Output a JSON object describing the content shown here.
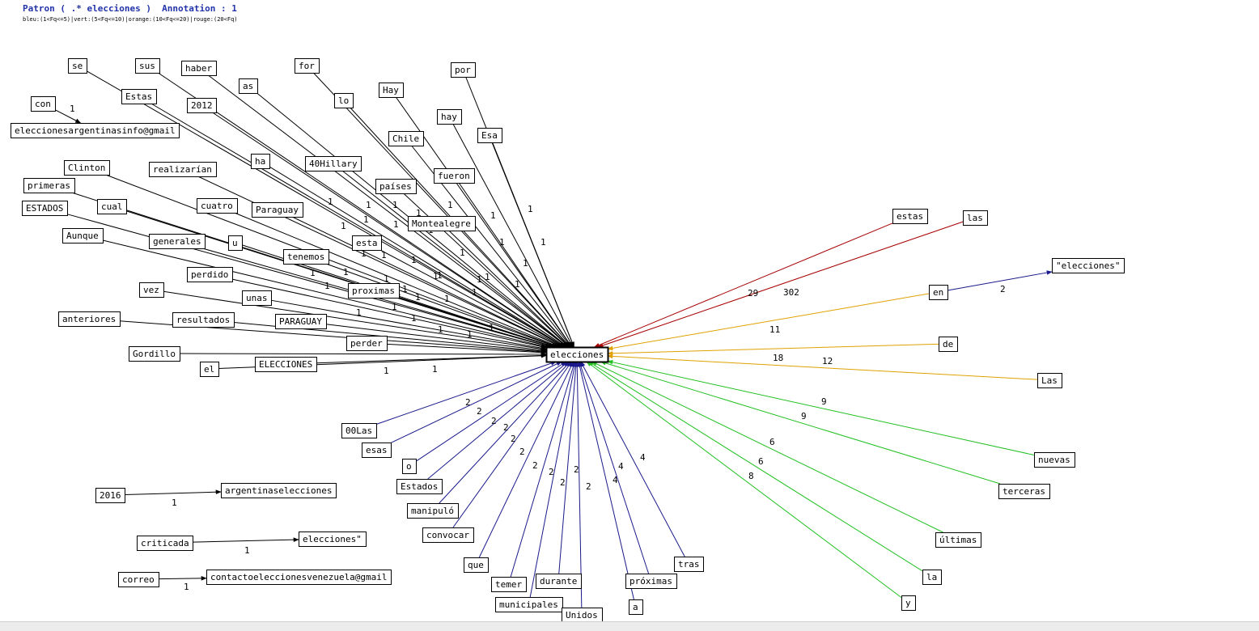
{
  "header": {
    "title": "Patron ( .* elecciones )  Annotation : 1",
    "legend": "bleu:(1<Fq<=5)|vert:(5<Fq<=10)|orange:(10<Fq<=20)|rouge:(20<Fq)"
  },
  "colors": {
    "black": "#000000",
    "blue": "#1a1a8c",
    "green": "#22c022",
    "orange": "#e0a000",
    "red": "#a80000"
  },
  "center": {
    "label": "elecciones"
  },
  "nodes": [
    {
      "id": "se",
      "label": "se"
    },
    {
      "id": "sus",
      "label": "sus"
    },
    {
      "id": "haber",
      "label": "haber"
    },
    {
      "id": "for",
      "label": "for"
    },
    {
      "id": "por",
      "label": "por"
    },
    {
      "id": "con",
      "label": "con"
    },
    {
      "id": "estas_l",
      "label": "Estas"
    },
    {
      "id": "as",
      "label": "as"
    },
    {
      "id": "y2012",
      "label": "2012"
    },
    {
      "id": "lo",
      "label": "lo"
    },
    {
      "id": "hay_u",
      "label": "Hay"
    },
    {
      "id": "hay",
      "label": "hay"
    },
    {
      "id": "gmail1",
      "label": "eleccionesargentinasinfo@gmail"
    },
    {
      "id": "esa",
      "label": "Esa"
    },
    {
      "id": "chile",
      "label": "Chile"
    },
    {
      "id": "hillary",
      "label": "40Hillary"
    },
    {
      "id": "ha",
      "label": "ha"
    },
    {
      "id": "clinton",
      "label": "Clinton"
    },
    {
      "id": "realizarian",
      "label": "realizarían"
    },
    {
      "id": "fueron",
      "label": "fueron"
    },
    {
      "id": "paises",
      "label": "países"
    },
    {
      "id": "primeras",
      "label": "primeras"
    },
    {
      "id": "cual",
      "label": "cual"
    },
    {
      "id": "cuatro",
      "label": "cuatro"
    },
    {
      "id": "paraguay",
      "label": "Paraguay"
    },
    {
      "id": "estados_up",
      "label": "ESTADOS"
    },
    {
      "id": "montealegre",
      "label": "Montealegre"
    },
    {
      "id": "aunque",
      "label": "Aunque"
    },
    {
      "id": "generales",
      "label": "generales"
    },
    {
      "id": "u",
      "label": "u"
    },
    {
      "id": "esta",
      "label": "esta"
    },
    {
      "id": "tenemos",
      "label": "tenemos"
    },
    {
      "id": "perdido",
      "label": "perdido"
    },
    {
      "id": "proximas_s",
      "label": "proximas"
    },
    {
      "id": "vez",
      "label": "vez"
    },
    {
      "id": "unas",
      "label": "unas"
    },
    {
      "id": "anteriores",
      "label": "anteriores"
    },
    {
      "id": "resultados",
      "label": "resultados"
    },
    {
      "id": "paraguay_up",
      "label": "PARAGUAY"
    },
    {
      "id": "perder",
      "label": "perder"
    },
    {
      "id": "gordillo",
      "label": "Gordillo"
    },
    {
      "id": "el",
      "label": "el"
    },
    {
      "id": "elecciones_up",
      "label": "ELECCIONES"
    },
    {
      "id": "estas_r",
      "label": "estas"
    },
    {
      "id": "las",
      "label": "las"
    },
    {
      "id": "eleccq",
      "label": "\"elecciones\""
    },
    {
      "id": "en",
      "label": "en"
    },
    {
      "id": "de",
      "label": "de"
    },
    {
      "id": "las_u",
      "label": "Las"
    },
    {
      "id": "oolas",
      "label": "00Las"
    },
    {
      "id": "esas",
      "label": "esas"
    },
    {
      "id": "o",
      "label": "o"
    },
    {
      "id": "estados",
      "label": "Estados"
    },
    {
      "id": "manipulo",
      "label": "manipuló"
    },
    {
      "id": "convocar",
      "label": "convocar"
    },
    {
      "id": "que",
      "label": "que"
    },
    {
      "id": "temer",
      "label": "temer"
    },
    {
      "id": "municipales",
      "label": "municipales"
    },
    {
      "id": "durante",
      "label": "durante"
    },
    {
      "id": "unidos",
      "label": "Unidos"
    },
    {
      "id": "proximas_b",
      "label": "próximas"
    },
    {
      "id": "a",
      "label": "a"
    },
    {
      "id": "tras",
      "label": "tras"
    },
    {
      "id": "nuevas",
      "label": "nuevas"
    },
    {
      "id": "terceras",
      "label": "terceras"
    },
    {
      "id": "ultimas",
      "label": "últimas"
    },
    {
      "id": "la",
      "label": "la"
    },
    {
      "id": "y",
      "label": "y"
    },
    {
      "id": "y2016",
      "label": "2016"
    },
    {
      "id": "argelec",
      "label": "argentinaselecciones"
    },
    {
      "id": "criticada",
      "label": "criticada"
    },
    {
      "id": "elecq2",
      "label": "elecciones\""
    },
    {
      "id": "correo",
      "label": "correo"
    },
    {
      "id": "gmail2",
      "label": "contactoeleccionesvenezuela@gmail"
    }
  ],
  "edges": [
    {
      "from": "se",
      "to": "center",
      "color": "black"
    },
    {
      "from": "sus",
      "to": "center",
      "color": "black"
    },
    {
      "from": "haber",
      "to": "center",
      "color": "black"
    },
    {
      "from": "for",
      "to": "center",
      "color": "black"
    },
    {
      "from": "por",
      "to": "center",
      "color": "black"
    },
    {
      "from": "estas_l",
      "to": "center",
      "color": "black"
    },
    {
      "from": "as",
      "to": "center",
      "color": "black"
    },
    {
      "from": "y2012",
      "to": "center",
      "color": "black"
    },
    {
      "from": "lo",
      "to": "center",
      "color": "black"
    },
    {
      "from": "hay_u",
      "to": "center",
      "color": "black"
    },
    {
      "from": "hay",
      "to": "center",
      "color": "black"
    },
    {
      "from": "esa",
      "to": "center",
      "color": "black"
    },
    {
      "from": "chile",
      "to": "center",
      "color": "black"
    },
    {
      "from": "hillary",
      "to": "center",
      "color": "black"
    },
    {
      "from": "ha",
      "to": "center",
      "color": "black"
    },
    {
      "from": "clinton",
      "to": "center",
      "color": "black"
    },
    {
      "from": "realizarian",
      "to": "center",
      "color": "black"
    },
    {
      "from": "fueron",
      "to": "center",
      "color": "black"
    },
    {
      "from": "paises",
      "to": "center",
      "color": "black"
    },
    {
      "from": "primeras",
      "to": "center",
      "color": "black"
    },
    {
      "from": "cual",
      "to": "center",
      "color": "black"
    },
    {
      "from": "cuatro",
      "to": "center",
      "color": "black"
    },
    {
      "from": "paraguay",
      "to": "center",
      "color": "black"
    },
    {
      "from": "estados_up",
      "to": "center",
      "color": "black"
    },
    {
      "from": "montealegre",
      "to": "center",
      "color": "black"
    },
    {
      "from": "aunque",
      "to": "center",
      "color": "black"
    },
    {
      "from": "generales",
      "to": "center",
      "color": "black"
    },
    {
      "from": "u",
      "to": "center",
      "color": "black"
    },
    {
      "from": "esta",
      "to": "center",
      "color": "black"
    },
    {
      "from": "tenemos",
      "to": "center",
      "color": "black"
    },
    {
      "from": "perdido",
      "to": "center",
      "color": "black"
    },
    {
      "from": "proximas_s",
      "to": "center",
      "color": "black"
    },
    {
      "from": "vez",
      "to": "center",
      "color": "black"
    },
    {
      "from": "unas",
      "to": "center",
      "color": "black"
    },
    {
      "from": "anteriores",
      "to": "center",
      "color": "black"
    },
    {
      "from": "resultados",
      "to": "center",
      "color": "black"
    },
    {
      "from": "paraguay_up",
      "to": "center",
      "color": "black"
    },
    {
      "from": "perder",
      "to": "center",
      "color": "black"
    },
    {
      "from": "gordillo",
      "to": "center",
      "color": "black"
    },
    {
      "from": "el",
      "to": "center",
      "color": "black"
    },
    {
      "from": "elecciones_up",
      "to": "center",
      "color": "black"
    },
    {
      "from": "con",
      "to": "gmail1",
      "color": "black"
    },
    {
      "from": "estas_r",
      "to": "center",
      "color": "red"
    },
    {
      "from": "las",
      "to": "center",
      "color": "red"
    },
    {
      "from": "en",
      "to": "center",
      "color": "orange"
    },
    {
      "from": "de",
      "to": "center",
      "color": "orange"
    },
    {
      "from": "las_u",
      "to": "center",
      "color": "orange"
    },
    {
      "from": "en",
      "to": "eleccq",
      "color": "blue"
    },
    {
      "from": "oolas",
      "to": "center",
      "color": "blue"
    },
    {
      "from": "esas",
      "to": "center",
      "color": "blue"
    },
    {
      "from": "o",
      "to": "center",
      "color": "blue"
    },
    {
      "from": "estados",
      "to": "center",
      "color": "blue"
    },
    {
      "from": "manipulo",
      "to": "center",
      "color": "blue"
    },
    {
      "from": "convocar",
      "to": "center",
      "color": "blue"
    },
    {
      "from": "que",
      "to": "center",
      "color": "blue"
    },
    {
      "from": "temer",
      "to": "center",
      "color": "blue"
    },
    {
      "from": "municipales",
      "to": "center",
      "color": "blue"
    },
    {
      "from": "durante",
      "to": "center",
      "color": "blue"
    },
    {
      "from": "unidos",
      "to": "center",
      "color": "blue"
    },
    {
      "from": "proximas_b",
      "to": "center",
      "color": "blue"
    },
    {
      "from": "a",
      "to": "center",
      "color": "blue"
    },
    {
      "from": "tras",
      "to": "center",
      "color": "blue"
    },
    {
      "from": "nuevas",
      "to": "center",
      "color": "green"
    },
    {
      "from": "terceras",
      "to": "center",
      "color": "green"
    },
    {
      "from": "ultimas",
      "to": "center",
      "color": "green"
    },
    {
      "from": "la",
      "to": "center",
      "color": "green"
    },
    {
      "from": "y",
      "to": "center",
      "color": "green"
    },
    {
      "from": "y2016",
      "to": "argelec",
      "color": "black"
    },
    {
      "from": "criticada",
      "to": "elecq2",
      "color": "black"
    },
    {
      "from": "correo",
      "to": "gmail2",
      "color": "black"
    }
  ],
  "edge_labels": [
    "1",
    "1",
    "1",
    "1",
    "1",
    "1",
    "1",
    "1",
    "1",
    "1",
    "1",
    "1",
    "1",
    "1",
    "1",
    "1",
    "1",
    "1",
    "1",
    "1",
    "1",
    "1",
    "1",
    "1",
    "1",
    "1",
    "1",
    "1",
    "1",
    "1",
    "1",
    "1",
    "1",
    "1",
    "1",
    "1",
    "1",
    "1",
    "1",
    "1",
    "29",
    "302",
    "11",
    "18",
    "12",
    "2",
    "2",
    "2",
    "2",
    "2",
    "2",
    "2",
    "2",
    "2",
    "2",
    "2",
    "2",
    "4",
    "4",
    "4",
    "9",
    "9",
    "6",
    "6",
    "8",
    "1",
    "1",
    "1",
    "1"
  ]
}
